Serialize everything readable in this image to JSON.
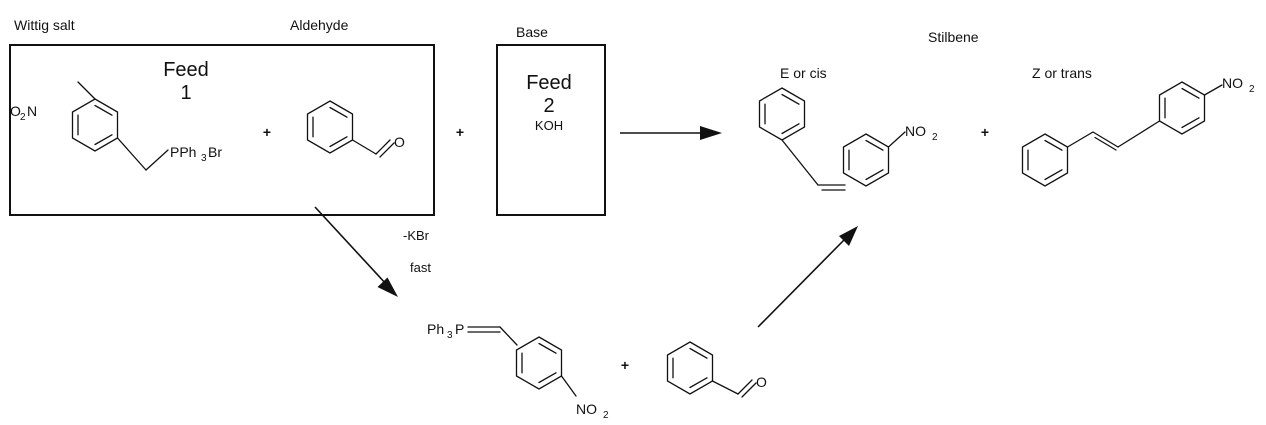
{
  "labels": {
    "wittig_salt": "Wittig salt",
    "aldehyde": "Aldehyde",
    "base": "Base",
    "stilbene": "Stilbene",
    "e_or_cis": "E or cis",
    "z_or_trans": "Z or trans",
    "minus_kbr": "-KBr",
    "fast": "fast"
  },
  "feeds": {
    "feed1_word": "Feed",
    "feed1_number": "1",
    "feed2_word": "Feed",
    "feed2_number": "2",
    "feed2_reagent": "KOH"
  },
  "plus_sign": "+",
  "atoms": {
    "o": "O",
    "n": "N",
    "two": "2",
    "three": "3",
    "p": "P",
    "pph": "PPh",
    "br": "Br",
    "ph": "Ph",
    "no": "NO"
  }
}
